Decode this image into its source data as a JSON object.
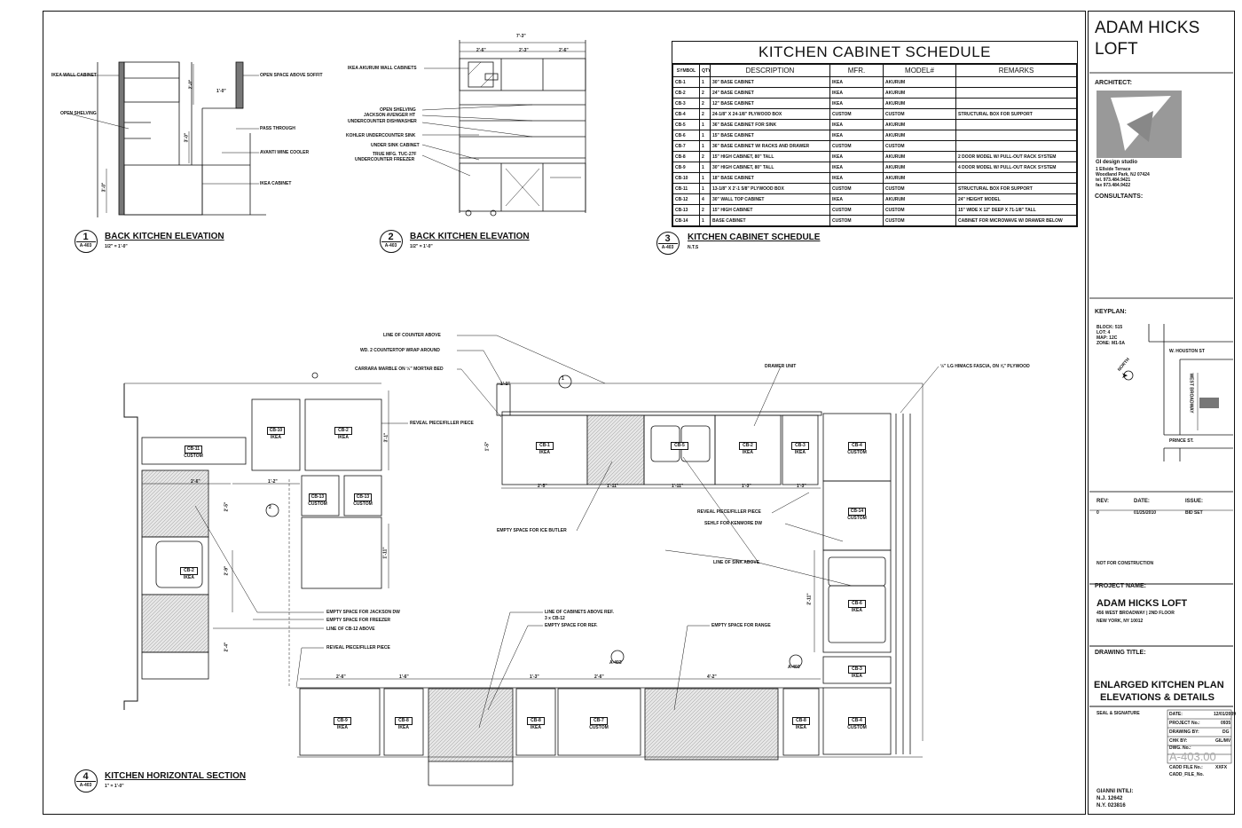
{
  "project": {
    "title_line1": "ADAM HICKS",
    "title_line2": "LOFT",
    "name_label": "PROJECT NAME:",
    "name": "ADAM HICKS LOFT",
    "address1": "456 WEST BROADWAY | 2ND FLOOR",
    "address2": "NEW YORK, NY 10012"
  },
  "titleblock": {
    "architect_label": "ARCHITECT:",
    "firm_name": "GI design studio",
    "firm_line1": "1 Ellside Terrace",
    "firm_line2": "Woodland Park, NJ 07424",
    "firm_tel": "tel. 973.484.9421",
    "firm_fax": "fax 973.484.9422",
    "consultants_label": "CONSULTANTS:",
    "keyplan_label": "KEYPLAN:",
    "block": "BLOCK: 515",
    "lot": "LOT: 4",
    "map": "MAP: 12C",
    "zone": "ZONE: M1-5A",
    "street_houston": "W. HOUSTON ST",
    "street_broadway": "WEST BROADWAY",
    "street_prince": "PRINCE ST.",
    "north": "NORTH",
    "rev_label": "REV:",
    "date_label": "DATE:",
    "issue_label": "ISSUE:",
    "rev": "0",
    "date": "01/25/2010",
    "issue": "BID SET",
    "not_for_construction": "NOT FOR CONSTRUCTION",
    "drawing_title_label": "DRAWING TITLE:",
    "drawing_title1": "ENLARGED KITCHEN PLAN",
    "drawing_title2": "ELEVATIONS & DETAILS",
    "seal_label": "SEAL & SIGNATURE",
    "date_field_label": "DATE:",
    "date_field": "12/01/2009",
    "project_no_label": "PROJECT No.:",
    "project_no": "0935",
    "drawing_by_label": "DRAWING BY:",
    "drawing_by": "DG",
    "chk_by_label": "CHK BY:",
    "chk_by": "GIL/MV",
    "dwg_no_label": "DWG. No.:",
    "dwg_no": "A-403.00",
    "cadd_label": "CADD FILE No.:",
    "cadd_val": "XXFX",
    "cadd_file": "CADD_FILE_No.",
    "signer1": "GIANNI INTILI:",
    "signer2": "N.J. 12642",
    "signer3": "N.Y. 023816"
  },
  "schedule": {
    "title": "KITCHEN CABINET SCHEDULE",
    "headers": [
      "SYMBOL",
      "QTY",
      "DESCRIPTION",
      "MFR.",
      "MODEL#",
      "REMARKS"
    ],
    "rows": [
      [
        "CB-1",
        "1",
        "30\" BASE CABINET",
        "IKEA",
        "AKURUM",
        ""
      ],
      [
        "CB-2",
        "2",
        "24\" BASE CABINET",
        "IKEA",
        "AKURUM",
        ""
      ],
      [
        "CB-3",
        "2",
        "12\" BASE CABINET",
        "IKEA",
        "AKURUM",
        ""
      ],
      [
        "CB-4",
        "2",
        "24-1/8\" X 24-1/8\" PLYWOOD BOX",
        "CUSTOM",
        "CUSTOM",
        "STRUCTURAL BOX FOR SUPPORT"
      ],
      [
        "CB-5",
        "1",
        "36\" BASE CABINET FOR SINK",
        "IKEA",
        "AKURUM",
        ""
      ],
      [
        "CB-6",
        "1",
        "15\" BASE CABINET",
        "IKEA",
        "AKURUM",
        ""
      ],
      [
        "CB-7",
        "1",
        "36\" BASE CABINET W/ RACKS AND DRAWER",
        "CUSTOM",
        "CUSTOM",
        ""
      ],
      [
        "CB-8",
        "2",
        "15\" HIGH CABINET, 80\" TALL",
        "IKEA",
        "AKURUM",
        "2 DOOR MODEL W/ PULL-OUT RACK SYSTEM"
      ],
      [
        "CB-9",
        "1",
        "30\" HIGH CABINET, 80\" TALL",
        "IKEA",
        "AKURUM",
        "4 DOOR MODEL W/ PULL-OUT RACK SYSTEM"
      ],
      [
        "CB-10",
        "1",
        "18\" BASE CABINET",
        "IKEA",
        "AKURUM",
        ""
      ],
      [
        "CB-11",
        "1",
        "13-1/8\" X 2'-1 5/8\" PLYWOOD BOX",
        "CUSTOM",
        "CUSTOM",
        "STRUCTURAL BOX FOR SUPPORT"
      ],
      [
        "CB-12",
        "4",
        "30\" WALL TOP CABINET",
        "IKEA",
        "AKURUM",
        "24\" HEIGHT MODEL"
      ],
      [
        "CB-13",
        "2",
        "15\" HIGH CABINET",
        "CUSTOM",
        "CUSTOM",
        "15\" WIDE X 12\" DEEP X 71-1/8\" TALL"
      ],
      [
        "CB-14",
        "1",
        "BASE CABINET",
        "CUSTOM",
        "CUSTOM",
        "CABINET FOR MICROWAVE W/ DRAWER BELOW"
      ]
    ]
  },
  "views": {
    "v1_num": "1",
    "v1_sheet": "A-403",
    "v1_title": "BACK KITCHEN ELEVATION",
    "v1_scale": "1/2\" = 1'-0\"",
    "v2_num": "2",
    "v2_sheet": "A-403",
    "v2_title": "BACK KITCHEN ELEVATION",
    "v2_scale": "1/2\" = 1'-0\"",
    "v3_num": "3",
    "v3_sheet": "A-403",
    "v3_title": "KITCHEN CABINET SCHEDULE",
    "v3_scale": "N.T.S",
    "v4_num": "4",
    "v4_sheet": "A-403",
    "v4_title": "KITCHEN HORIZONTAL SECTION",
    "v4_scale": "1\" = 1'-0\""
  },
  "elev1": {
    "wall_cabinet": "IKEA WALL CABINET",
    "open_shelving": "OPEN SHELVING",
    "open_space_soffit": "OPEN SPACE ABOVE SOFFIT",
    "pass_through": "PASS THROUGH",
    "wine_cooler": "AVANTI WINE COOLER",
    "ikea_cabinet": "IKEA CABINET",
    "dim_a": "2'-0\"",
    "dim_b": "1'-0\"",
    "dim_c": "3'-0\"",
    "dim_d": "3'-0\""
  },
  "elev2": {
    "top_dim": "7'-3\"",
    "d1": "2'-6\"",
    "d2": "2'-3\"",
    "d3": "2'-6\"",
    "wall_cabinets": "IKEA AKURUM WALL CABINETS",
    "open_shelving": "OPEN SHELVING",
    "avenger": "JACKSON AVENGER HT",
    "dishwasher": "UNDERCOUNTER DISHWASHER",
    "sink": "KOHLER UNDERCOUNTER SINK",
    "under_sink": "UNDER SINK CABINET",
    "true_mfg": "TRUE MFG. TUC-27F",
    "freezer": "UNDERCOUNTER FREEZER"
  },
  "plan": {
    "cab_labels": [
      {
        "id": "CB-11",
        "mfr": "CUSTOM"
      },
      {
        "id": "CB-10",
        "mfr": "IKEA"
      },
      {
        "id": "CB-2",
        "mfr": "IKEA"
      },
      {
        "id": "CB-13",
        "mfr": "CUSTOM"
      },
      {
        "id": "CB-13",
        "mfr": "CUSTOM"
      },
      {
        "id": "CB-2",
        "mfr": "IKEA"
      },
      {
        "id": "CB-1",
        "mfr": "IKEA"
      },
      {
        "id": "CB-5",
        "mfr": ""
      },
      {
        "id": "CB-2",
        "mfr": "IKEA"
      },
      {
        "id": "CB-3",
        "mfr": "IKEA"
      },
      {
        "id": "CB-4",
        "mfr": "CUSTOM"
      },
      {
        "id": "CB-14",
        "mfr": "CUSTOM"
      },
      {
        "id": "CB-6",
        "mfr": "IKEA"
      },
      {
        "id": "CB-3",
        "mfr": "IKEA"
      },
      {
        "id": "CB-9",
        "mfr": "IKEA"
      },
      {
        "id": "CB-8",
        "mfr": "IKEA"
      },
      {
        "id": "CB-8",
        "mfr": "IKEA"
      },
      {
        "id": "CB-7",
        "mfr": "CUSTOM"
      },
      {
        "id": "CB-8",
        "mfr": "IKEA"
      },
      {
        "id": "CB-4",
        "mfr": "CUSTOM"
      }
    ],
    "notes": {
      "counter_above": "LINE OF COUNTER ABOVE",
      "countertop_wrap": "WD. 2 COUNTERTOP WRAP AROUND",
      "carrara": "CARRARA MARBLE ON ½\" MORTAR BED",
      "reveal1": "REVEAL PIECE/FILLER PIECE",
      "drawer_unit": "DRAWER UNIT",
      "fascia": "½\" LG HIMACS FASCIA, ON ⅝\" PLYWOOD",
      "reveal2": "REVEAL PIECE/FILLER PIECE",
      "kenmore": "SEHLF FOR KENMORE DW",
      "ice_butler": "EMPTY SPACE FOR ICE BUTLER",
      "sink_above": "LINE OF SINK ABOVE",
      "jackson_dw": "EMPTY SPACE FOR JACKSON DW",
      "freezer": "EMPTY SPACE FOR FREEZER",
      "cb12_above": "LINE OF CB-12 ABOVE",
      "reveal3": "REVEAL PIECE/FILLER PIECE",
      "cab_above_ref": "LINE OF CABINETS ABOVE REF.",
      "cab_above_ref2": "3 x CB-12",
      "empty_ref": "EMPTY SPACE FOR REF.",
      "empty_range": "EMPTY SPACE FOR RANGE"
    },
    "dims": {
      "d1": "2'-6\"",
      "d2": "1'-2\"",
      "d3": "3'-1\"",
      "d4": "2'-5\"",
      "d5": "1'-11\"",
      "d6": "1'-11\"",
      "d7": "1'-3\"",
      "d8": "2'-6\"",
      "d9": "1'-6\"",
      "d10": "1'-3\"",
      "d11": "2'-6\"",
      "d12": "4'-2\"",
      "d13": "1'-3\"",
      "d14": "2'-11\"",
      "d15": "1'-11\"",
      "d16": "2'-9\"",
      "d17": "1'-1\"",
      "d18": "1'-5\"",
      "d19": "2'-5\"",
      "d20": "2'-4\""
    },
    "marks": [
      "1",
      "2",
      "A-403",
      "A-403"
    ]
  }
}
